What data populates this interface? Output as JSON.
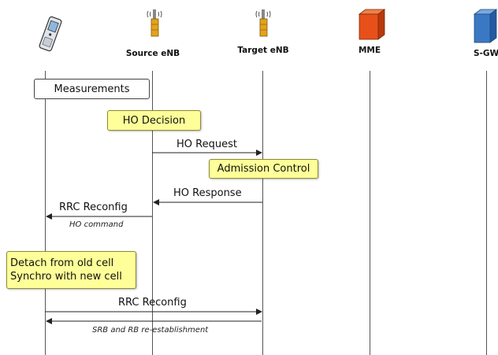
{
  "entities": {
    "ue": {
      "label": "",
      "icon": "mobile-phone-icon"
    },
    "source_enb": {
      "label": "Source eNB",
      "icon": "base-station-icon"
    },
    "target_enb": {
      "label": "Target eNB",
      "icon": "base-station-icon"
    },
    "mme": {
      "label": "MME",
      "icon": "mme-server-icon",
      "color": "#e8501a"
    },
    "sgw": {
      "label": "S-GW",
      "icon": "gateway-server-icon",
      "color": "#3a78c4"
    }
  },
  "steps": {
    "measurements": "Measurements",
    "ho_decision": "HO Decision",
    "ho_request": "HO Request",
    "admission_control": "Admission Control",
    "ho_response": "HO Response",
    "rrc_reconfig_1": "RRC Reconfig",
    "ho_command": "HO command",
    "detach_line1": "Detach from old cell",
    "detach_line2": "Synchro with new cell",
    "rrc_reconfig_2": "RRC Reconfig",
    "srb_rb": "SRB and RB re-establishment"
  },
  "colors": {
    "note_box": "#ffff99",
    "line": "#555555"
  }
}
